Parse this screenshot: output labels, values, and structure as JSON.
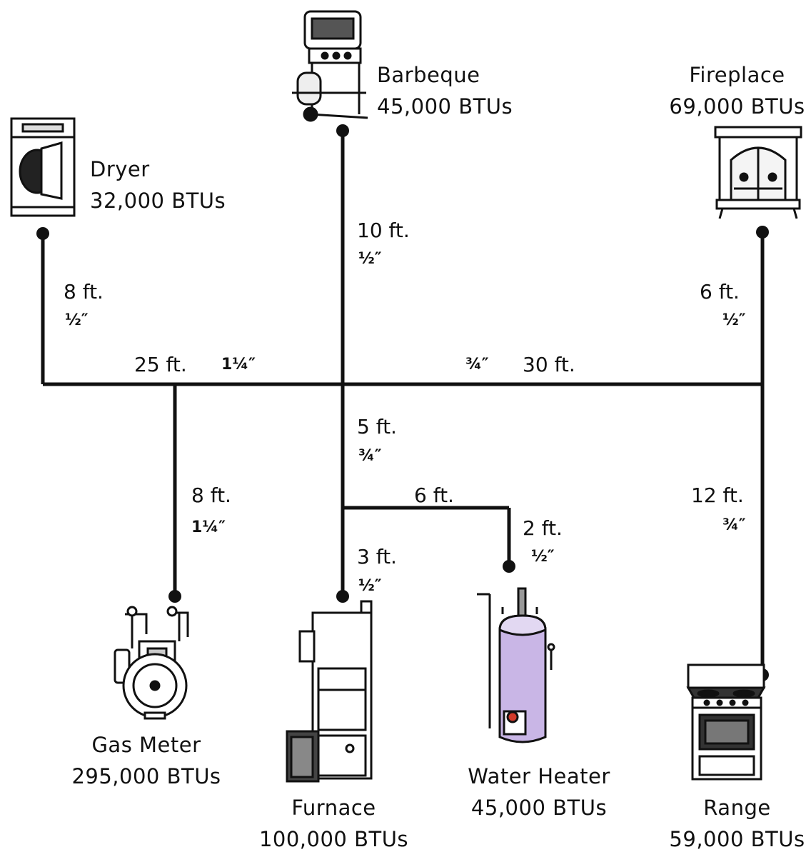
{
  "appliances": {
    "barbeque": {
      "name": "Barbeque",
      "btu": "45,000 BTUs",
      "icon": "barbeque-grill-icon"
    },
    "fireplace": {
      "name": "Fireplace",
      "btu": "69,000 BTUs",
      "icon": "fireplace-icon"
    },
    "dryer": {
      "name": "Dryer",
      "btu": "32,000 BTUs",
      "icon": "dryer-icon"
    },
    "gas_meter": {
      "name": "Gas Meter",
      "btu": "295,000 BTUs",
      "icon": "gas-meter-icon"
    },
    "furnace": {
      "name": "Furnace",
      "btu": "100,000 BTUs",
      "icon": "furnace-icon"
    },
    "water_heater": {
      "name": "Water Heater",
      "btu": "45,000 BTUs",
      "icon": "water-heater-icon"
    },
    "range": {
      "name": "Range",
      "btu": "59,000 BTUs",
      "icon": "range-stove-icon"
    }
  },
  "segments": {
    "barbeque_branch": {
      "length": "10 ft.",
      "size": "½″"
    },
    "dryer_branch": {
      "length": "8 ft.",
      "size": "½″"
    },
    "fireplace_branch": {
      "length": "6 ft.",
      "size": "½″"
    },
    "main_left": {
      "length": "25 ft.",
      "size": "1¼″"
    },
    "main_right": {
      "length": "30 ft.",
      "size": "¾″"
    },
    "meter_riser": {
      "length": "8 ft.",
      "size": "1¼″"
    },
    "center_trunk": {
      "length": "5 ft.",
      "size": "¾″"
    },
    "heater_run": {
      "length": "6 ft."
    },
    "heater_drop": {
      "length": "2 ft.",
      "size": "½″"
    },
    "furnace_drop": {
      "length": "3 ft.",
      "size": "½″"
    },
    "range_branch": {
      "length": "12 ft.",
      "size": "¾″"
    }
  },
  "colors": {
    "pipe": "#111111",
    "heater_tank": "#c9b6e6",
    "heater_tank_shade": "#8e78b8"
  }
}
